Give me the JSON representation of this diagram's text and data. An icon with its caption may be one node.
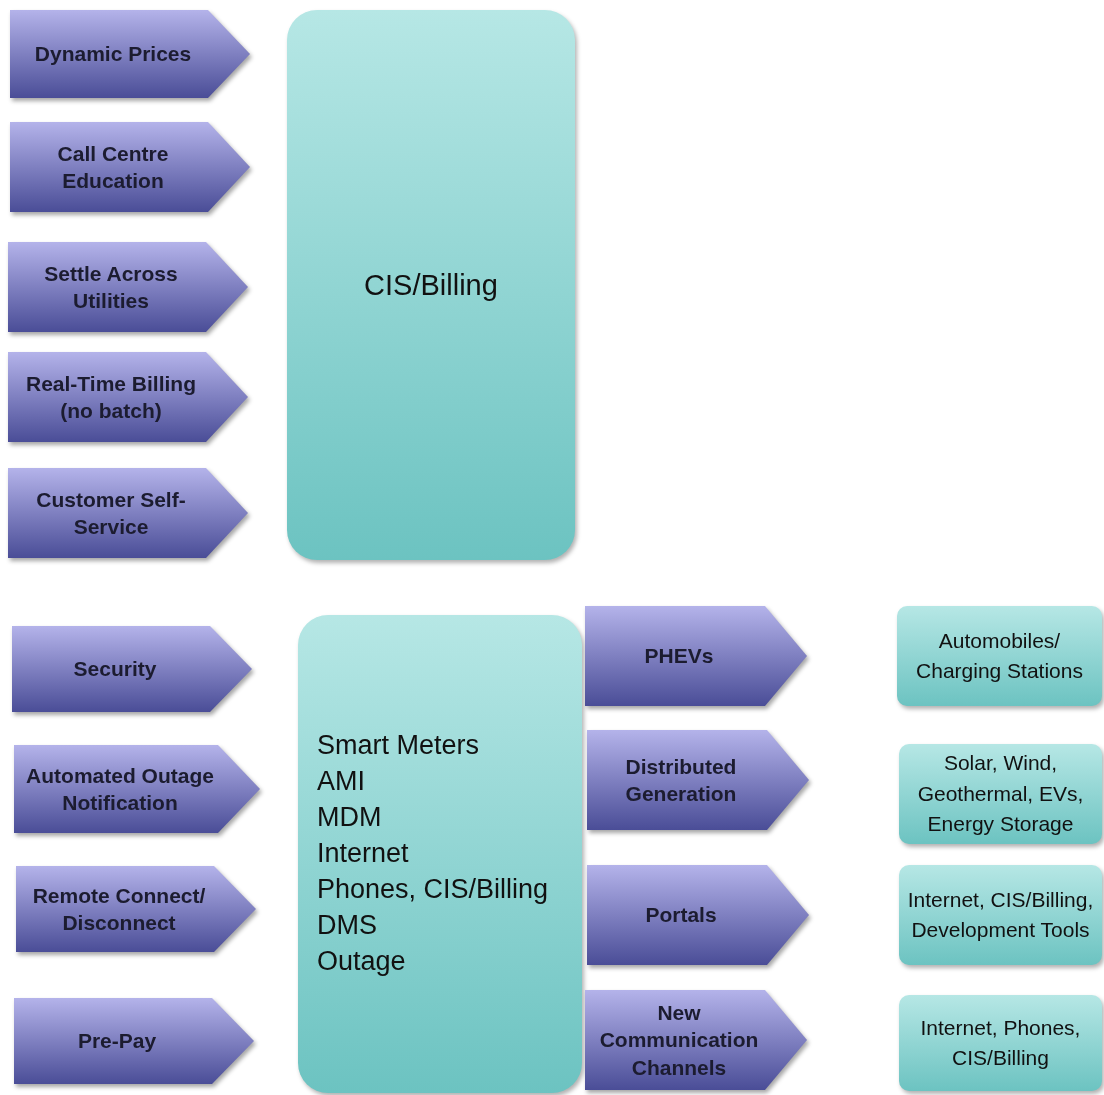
{
  "diagram": {
    "nodes": [
      {
        "text": [
          "Dynamic Prices"
        ]
      },
      {
        "text": [
          "Call Centre Education"
        ]
      },
      {
        "text": [
          "Settle Across Utilities"
        ]
      },
      {
        "text": [
          "Real-Time Billing (no batch)"
        ]
      },
      {
        "text": [
          "Customer Self-Service"
        ]
      },
      {
        "text": [
          "CIS/Billing"
        ]
      },
      {
        "text": [
          "Security"
        ]
      },
      {
        "text": [
          "Automated Outage Notification"
        ]
      },
      {
        "text": [
          "Remote Connect/ Disconnect"
        ]
      },
      {
        "text": [
          "Pre-Pay"
        ]
      },
      {
        "text": [
          "Smart Meters",
          "AMI",
          "MDM",
          "Internet",
          "Phones, CIS/Billing",
          "DMS",
          "Outage"
        ]
      },
      {
        "text": [
          "PHEVs"
        ]
      },
      {
        "text": [
          "Automobiles/ Charging Stations"
        ]
      },
      {
        "text": [
          "Distributed Generation"
        ]
      },
      {
        "text": [
          "Solar, Wind, Geothermal, EVs, Energy Storage"
        ]
      },
      {
        "text": [
          "Portals"
        ]
      },
      {
        "text": [
          "Internet, CIS/Billing, Development Tools"
        ]
      },
      {
        "text": [
          "New Communication Channels"
        ]
      },
      {
        "text": [
          "Internet, Phones, CIS/Billing"
        ]
      }
    ]
  }
}
